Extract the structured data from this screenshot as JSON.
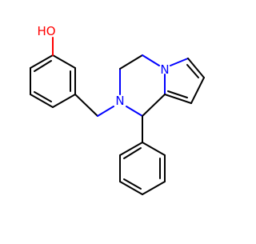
{
  "molecule": {
    "atom_labels": {
      "hydroxyl": "HO",
      "amine_nitrogen": "N",
      "pyrrole_nitrogen": "N"
    },
    "bond_color": "#000000",
    "oxygen_color": "#ff0000",
    "nitrogen_color": "#0000ff",
    "background_color": "#ffffff"
  }
}
